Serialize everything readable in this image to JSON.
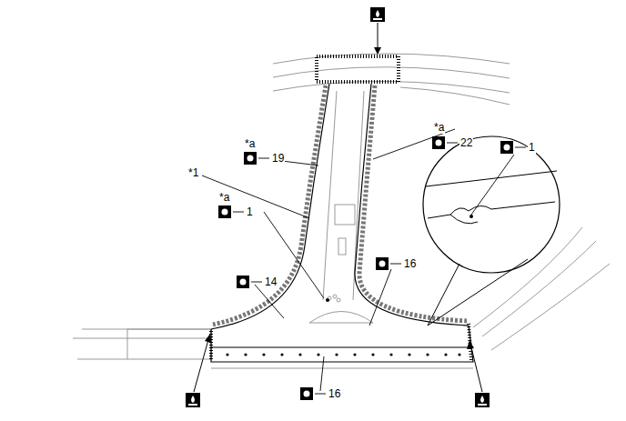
{
  "diagram": {
    "labels": [
      "*a",
      "19",
      "*1",
      "*a",
      "1",
      "*a",
      "22",
      "1",
      "14",
      "16",
      "16"
    ]
  }
}
